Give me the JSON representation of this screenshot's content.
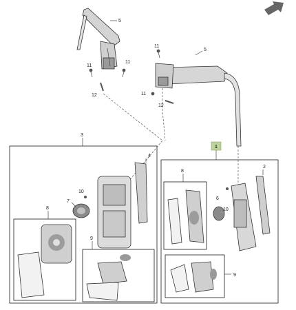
{
  "callouts": {
    "c5_top": "5",
    "c5_right": "5",
    "c11_top": "11",
    "c11_left_a": "11",
    "c11_left_b": "11",
    "c11_right": "11",
    "c12_left": "12",
    "c12_right": "12",
    "c3": "3",
    "c4": "4",
    "c10_left": "10",
    "c7": "7",
    "c8_left": "8",
    "c9_left": "9",
    "c1": "1",
    "c2": "2",
    "c8_right": "8",
    "c6": "6",
    "c10_right": "10",
    "c9_right": "9"
  },
  "colors": {
    "badge_fill": "#bcd49a",
    "arrow_fill": "#666666",
    "line": "#333333"
  },
  "icons": {
    "nav_arrow": "diagonal-arrow-icon"
  }
}
